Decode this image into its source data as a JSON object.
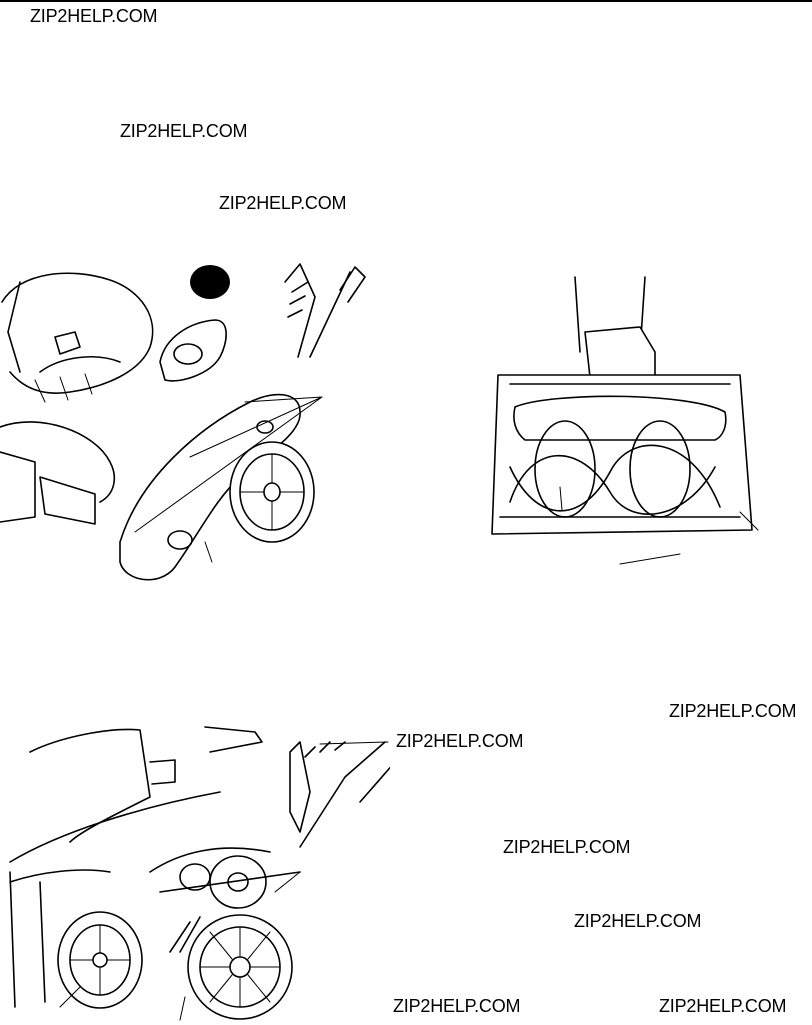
{
  "watermark": {
    "text": "ZIP2HELP.COM"
  },
  "watermarks": [
    "ZIP2HELP.COM",
    "ZIP2HELP.COM",
    "ZIP2HELP.COM",
    "ZIP2HELP.COM",
    "ZIP2HELP.COM",
    "ZIP2HELP.COM",
    "ZIP2HELP.COM",
    "ZIP2HELP.COM",
    "ZIP2HELP.COM"
  ],
  "figures": [
    {
      "name": "snow-thrower-side-belt-cover-illustration",
      "icon": "snowblower-side-view-icon"
    },
    {
      "name": "auger-housing-front-illustration",
      "icon": "auger-front-view-icon"
    },
    {
      "name": "snow-thrower-drive-pulley-illustration",
      "icon": "snowblower-drive-view-icon"
    }
  ]
}
